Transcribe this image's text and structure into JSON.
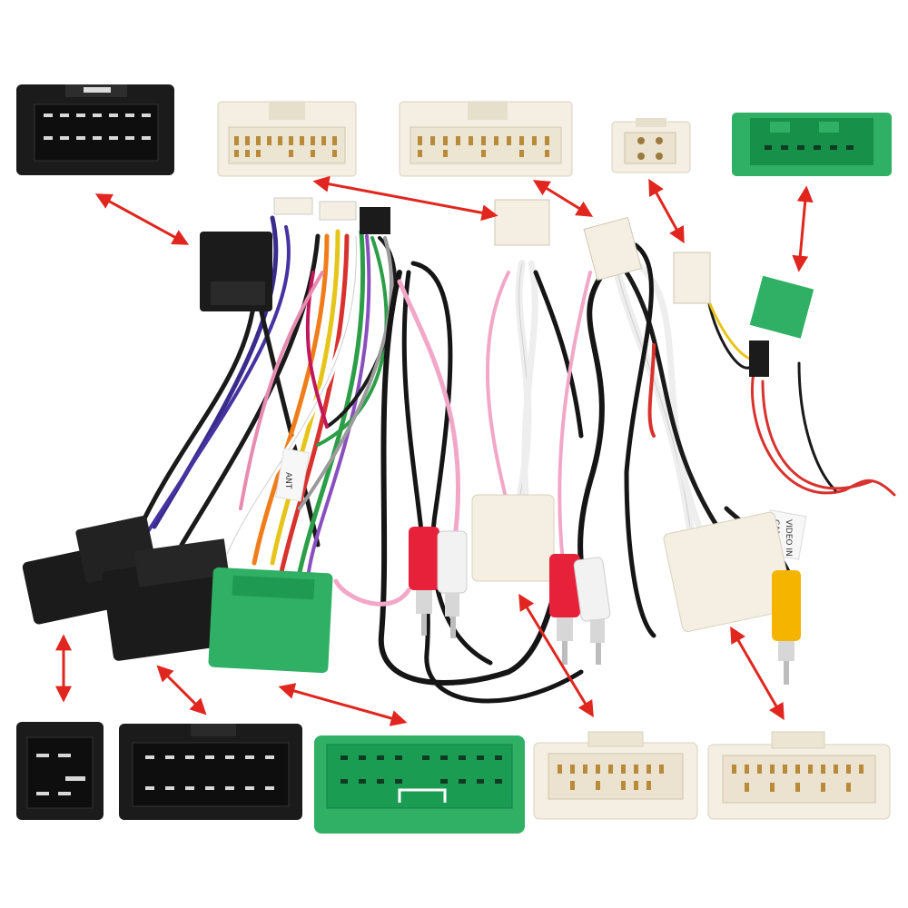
{
  "colors": {
    "background": "#ffffff",
    "connector_black": "#1b1b1b",
    "connector_white": "#f4efe2",
    "connector_green": "#2fb064",
    "arrow": "#e0261e",
    "rca_red": "#e8213a",
    "rca_white": "#f2f2f2",
    "rca_yellow": "#f5b400"
  },
  "labels": {
    "video_in": "VIDEO IN",
    "cam": "CAM",
    "ant": "ANT"
  },
  "connectors": [
    {
      "name": "top-black-16pin",
      "color": "black"
    },
    {
      "name": "top-white-20pin-a",
      "color": "white"
    },
    {
      "name": "top-white-20pin-b",
      "color": "white"
    },
    {
      "name": "top-white-small-4pin",
      "color": "white"
    },
    {
      "name": "top-green-8pin",
      "color": "green"
    },
    {
      "name": "bottom-black-small",
      "color": "black"
    },
    {
      "name": "bottom-black-wide",
      "color": "black"
    },
    {
      "name": "bottom-green-wide",
      "color": "green"
    },
    {
      "name": "bottom-white-a",
      "color": "white"
    },
    {
      "name": "bottom-white-b",
      "color": "white"
    }
  ]
}
